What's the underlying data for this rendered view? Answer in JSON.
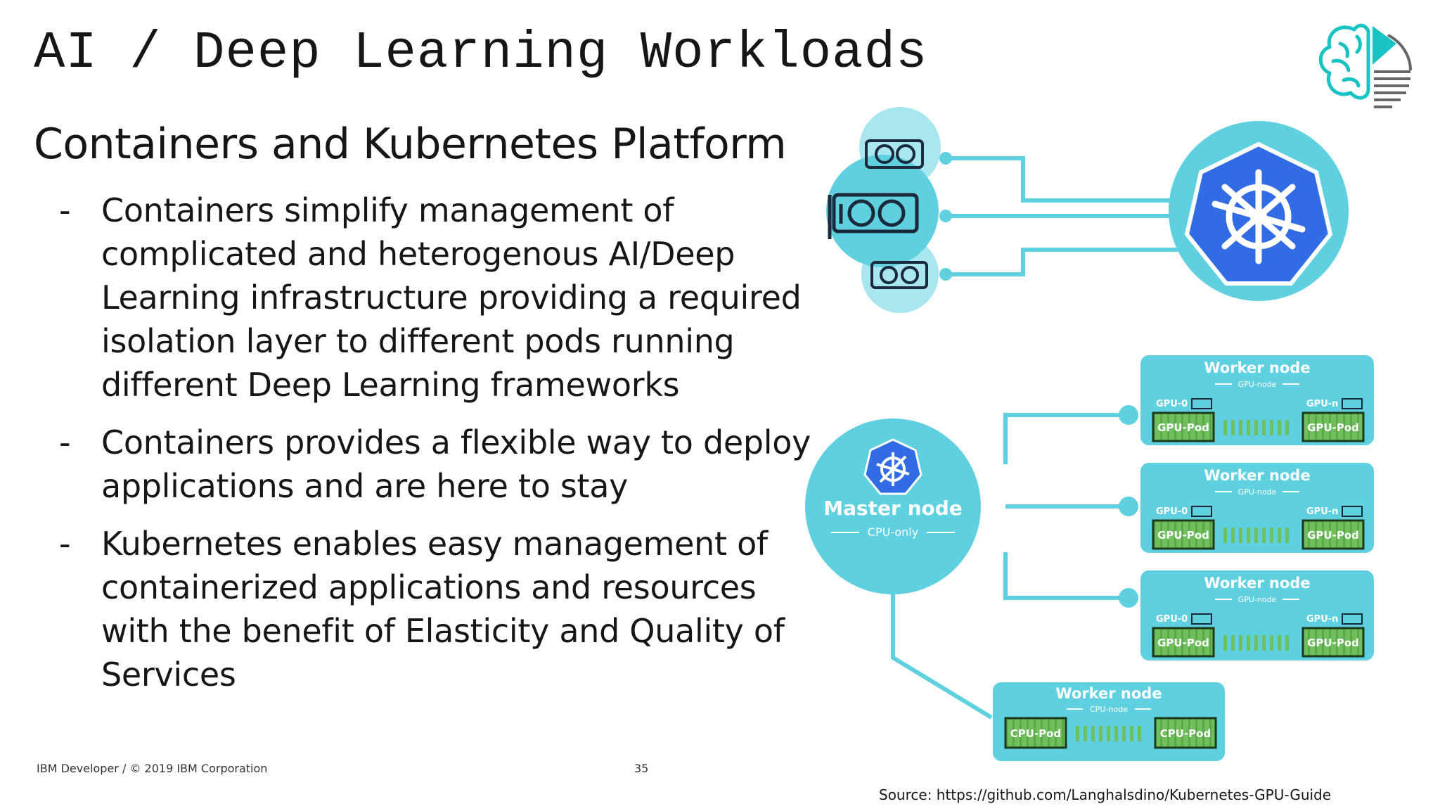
{
  "slide": {
    "title": "AI / Deep Learning Workloads",
    "subtitle": "Containers and Kubernetes Platform",
    "bullet_marker": "-",
    "bullets": [
      "Containers simplify management of complicated and heterogenous AI/Deep Learning infrastructure providing a required isolation layer to different pods running different Deep Learning frameworks",
      "Containers provides a flexible way to deploy applications and are here to stay",
      "Kubernetes enables easy management of containerized applications and resources with the benefit of Elasticity and Quality of Services"
    ]
  },
  "footer": {
    "left": "IBM Developer / © 2019 IBM Corporation",
    "page_number": "35",
    "source": "Source: https://github.com/Langhalsdino/Kubernetes-GPU-Guide"
  },
  "diagram": {
    "master": {
      "title": "Master node",
      "subtitle": "CPU-only"
    },
    "gpu_workers": [
      {
        "title": "Worker node",
        "subtitle": "GPU-node",
        "left_gpu": "GPU-0",
        "right_gpu": "GPU-n",
        "left_pod": "GPU-Pod",
        "right_pod": "GPU-Pod"
      },
      {
        "title": "Worker node",
        "subtitle": "GPU-node",
        "left_gpu": "GPU-0",
        "right_gpu": "GPU-n",
        "left_pod": "GPU-Pod",
        "right_pod": "GPU-Pod"
      },
      {
        "title": "Worker node",
        "subtitle": "GPU-node",
        "left_gpu": "GPU-0",
        "right_gpu": "GPU-n",
        "left_pod": "GPU-Pod",
        "right_pod": "GPU-Pod"
      }
    ],
    "cpu_worker": {
      "title": "Worker node",
      "subtitle": "CPU-node",
      "left_pod": "CPU-Pod",
      "right_pod": "CPU-Pod"
    }
  },
  "colors": {
    "accent": "#5fd0e0",
    "light_accent": "#a8e6f0",
    "kubernetes_blue": "#326ce5",
    "pod_green": "#6fbf5c",
    "logo_teal": "#19c3c3",
    "text": "#161616"
  }
}
